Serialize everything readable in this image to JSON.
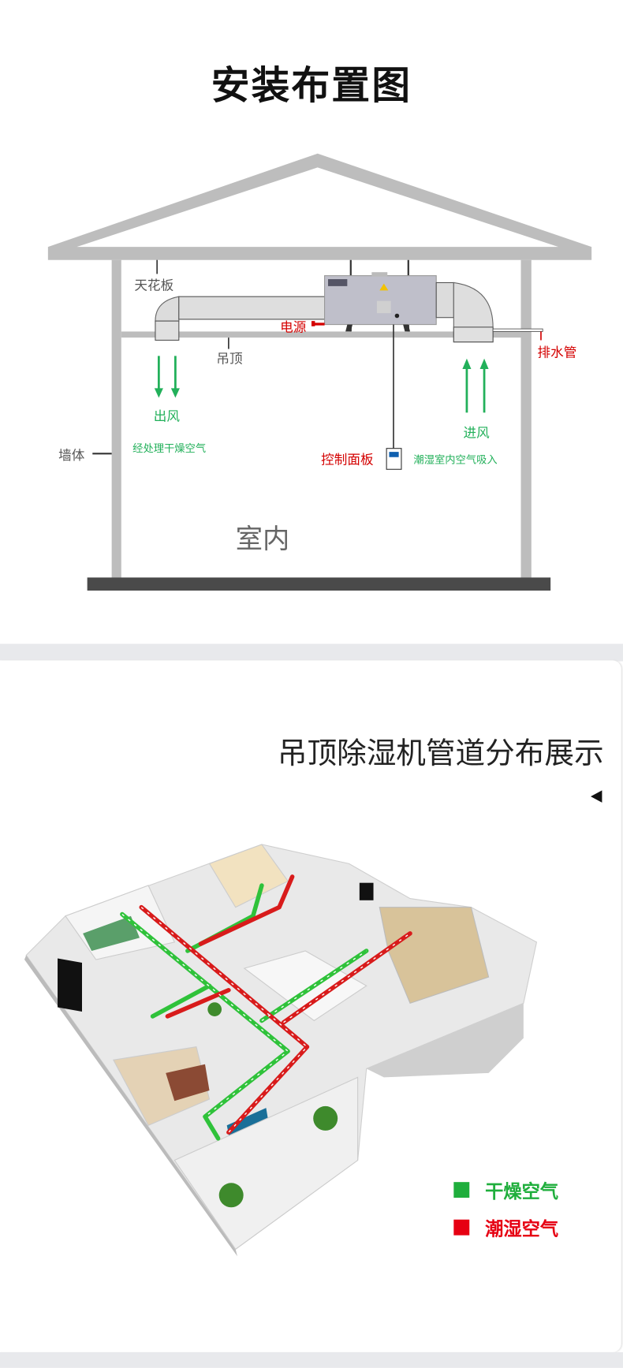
{
  "title": "安装布置图",
  "install_diagram": {
    "labels": {
      "ceiling_board": "天花板",
      "suspended_ceiling": "吊顶",
      "power": "电源",
      "drain_pipe": "排水管",
      "outlet_air": "出风",
      "dry_air_out": "经处理干燥空气",
      "wall": "墙体",
      "control_panel": "控制面板",
      "humid_air_in": "潮湿室内空气吸入",
      "inlet_air": "进风",
      "indoor": "室内"
    },
    "colors": {
      "structure": "#bdbdbd",
      "floor": "#4a4a4a",
      "red": "#d40000",
      "green": "#22b05a"
    }
  },
  "distribution": {
    "heading": "吊顶除湿机管道分布展示",
    "nav_icon": "triangle-left-icon",
    "legend": [
      {
        "label": "干燥空气",
        "color": "#1fae3c"
      },
      {
        "label": "潮湿空气",
        "color": "#e60012"
      }
    ]
  }
}
